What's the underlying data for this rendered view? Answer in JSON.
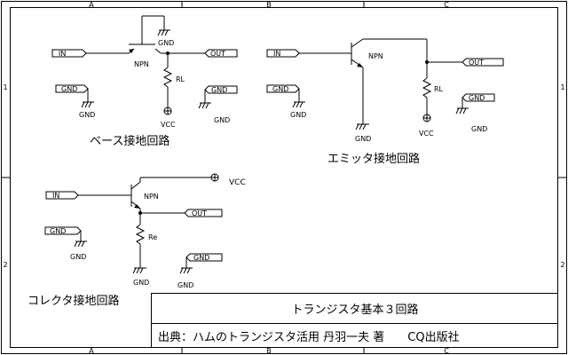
{
  "frame": {
    "col_labels": [
      "A",
      "B",
      "C"
    ],
    "row_labels": [
      "1",
      "2"
    ]
  },
  "common_base": {
    "in_label": "IN",
    "out_label": "OUT",
    "gnd_top_label": "GND",
    "gnd_left_box": "GND",
    "gnd_left_label": "GND",
    "gnd_right_box": "GND",
    "gnd_right_label": "GND",
    "transistor": "NPN",
    "resistor": "RL",
    "vcc": "VCC",
    "title": "ベース接地回路"
  },
  "common_emitter": {
    "in_label": "IN",
    "out_label": "OUT",
    "gnd_box": "GND",
    "gnd_label": "GND",
    "gnd_bottom_label": "GND",
    "gnd_right_box": "GND",
    "gnd_right_label": "GND",
    "transistor": "NPN",
    "resistor": "RL",
    "vcc": "VCC",
    "title": "エミッタ接地回路"
  },
  "common_collector": {
    "in_label": "IN",
    "out_label": "OUT",
    "vcc": "VCC",
    "transistor": "NPN",
    "resistor": "Re",
    "gnd_box": "GND",
    "gnd_label": "GND",
    "gnd_bottom_label": "GND",
    "gnd_right_box": "GND",
    "gnd_right_label": "GND",
    "title": "コレクタ接地回路"
  },
  "title_block": {
    "title": "トランジスタ基本３回路",
    "source": "出典：ハムのトランジスタ活用 丹羽一夫 著　　CQ出版社"
  }
}
